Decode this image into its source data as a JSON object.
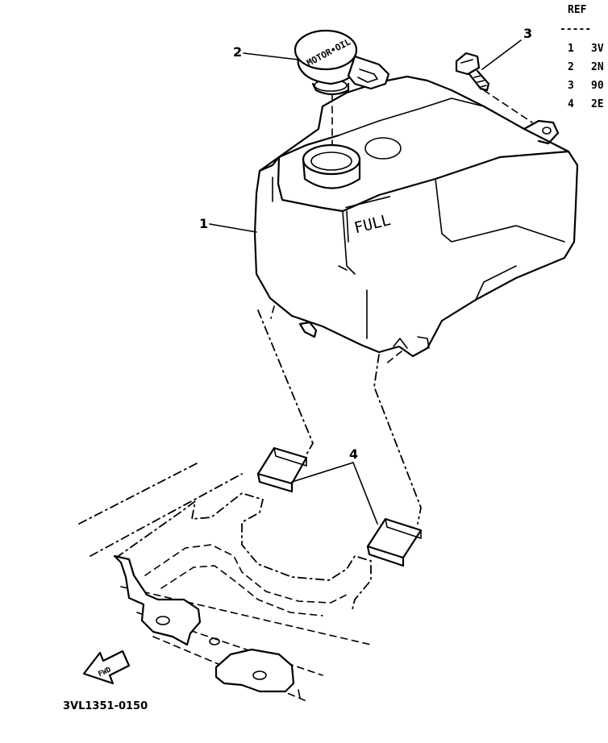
{
  "ref_table": {
    "header": "REF",
    "separator": "-----",
    "rows": [
      {
        "ref": "1",
        "part": "3V"
      },
      {
        "ref": "2",
        "part": "2N"
      },
      {
        "ref": "3",
        "part": "90"
      },
      {
        "ref": "4",
        "part": "2E"
      }
    ]
  },
  "callouts": {
    "tank": "1",
    "cap": "2",
    "bolt": "3",
    "damper": "4"
  },
  "tank_marking": "FULL",
  "cap_marking": "MOTOR•OIL",
  "fwd_marking": "FWD",
  "drawing_code": "3VL1351-0150"
}
